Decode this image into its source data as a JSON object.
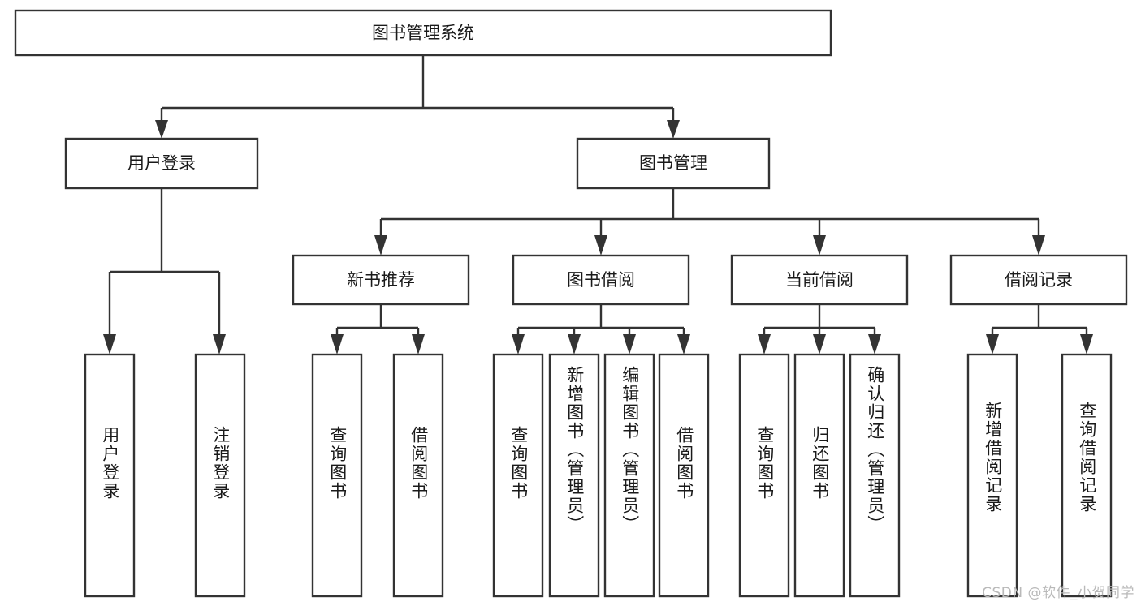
{
  "diagram": {
    "type": "tree-hierarchy",
    "title": "图书管理系统",
    "orientation": "top-down",
    "watermark": "CSDN @软件_小贺同学",
    "colors": {
      "background": "#ffffff",
      "box_stroke": "#333333",
      "box_fill": "#ffffff",
      "text": "#1a1a1a",
      "watermark": "#b9b9b9"
    },
    "levels": [
      {
        "level": 1,
        "nodes": [
          {
            "id": "root",
            "label": "图书管理系统",
            "text_orientation": "horizontal"
          }
        ]
      },
      {
        "level": 2,
        "nodes": [
          {
            "id": "user-login",
            "label": "用户登录",
            "text_orientation": "horizontal",
            "parent": "root"
          },
          {
            "id": "book-manage",
            "label": "图书管理",
            "text_orientation": "horizontal",
            "parent": "root"
          }
        ]
      },
      {
        "level": 3,
        "nodes": [
          {
            "id": "new-book-rec",
            "label": "新书推荐",
            "text_orientation": "horizontal",
            "parent": "book-manage"
          },
          {
            "id": "book-borrow",
            "label": "图书借阅",
            "text_orientation": "horizontal",
            "parent": "book-manage"
          },
          {
            "id": "current-borrow",
            "label": "当前借阅",
            "text_orientation": "horizontal",
            "parent": "book-manage"
          },
          {
            "id": "borrow-record",
            "label": "借阅记录",
            "text_orientation": "horizontal",
            "parent": "book-manage"
          }
        ]
      },
      {
        "level": 4,
        "nodes": [
          {
            "id": "leaf-user-login",
            "label": "用户登录",
            "text_orientation": "vertical",
            "parent": "user-login"
          },
          {
            "id": "leaf-user-logout",
            "label": "注销登录",
            "text_orientation": "vertical",
            "parent": "user-login"
          },
          {
            "id": "leaf-rec-query",
            "label": "查询图书",
            "text_orientation": "vertical",
            "parent": "new-book-rec"
          },
          {
            "id": "leaf-rec-borrow",
            "label": "借阅图书",
            "text_orientation": "vertical",
            "parent": "new-book-rec"
          },
          {
            "id": "leaf-borrow-query",
            "label": "查询图书",
            "text_orientation": "vertical",
            "parent": "book-borrow"
          },
          {
            "id": "leaf-borrow-add",
            "label": "新增图书（管理员）",
            "text_orientation": "vertical",
            "parent": "book-borrow"
          },
          {
            "id": "leaf-borrow-edit",
            "label": "编辑图书（管理员）",
            "text_orientation": "vertical",
            "parent": "book-borrow"
          },
          {
            "id": "leaf-borrow-do",
            "label": "借阅图书",
            "text_orientation": "vertical",
            "parent": "book-borrow"
          },
          {
            "id": "leaf-cur-query",
            "label": "查询图书",
            "text_orientation": "vertical",
            "parent": "current-borrow"
          },
          {
            "id": "leaf-cur-return",
            "label": "归还图书",
            "text_orientation": "vertical",
            "parent": "current-borrow"
          },
          {
            "id": "leaf-cur-confirm",
            "label": "确认归还（管理员）",
            "text_orientation": "vertical",
            "parent": "current-borrow"
          },
          {
            "id": "leaf-rec-add",
            "label": "新增借阅记录",
            "text_orientation": "vertical",
            "parent": "borrow-record"
          },
          {
            "id": "leaf-rec-query2",
            "label": "查询借阅记录",
            "text_orientation": "vertical",
            "parent": "borrow-record"
          }
        ]
      }
    ],
    "edges": [
      {
        "from": "root",
        "to": "user-login"
      },
      {
        "from": "root",
        "to": "book-manage"
      },
      {
        "from": "user-login",
        "to": "leaf-user-login"
      },
      {
        "from": "user-login",
        "to": "leaf-user-logout"
      },
      {
        "from": "book-manage",
        "to": "new-book-rec"
      },
      {
        "from": "book-manage",
        "to": "book-borrow"
      },
      {
        "from": "book-manage",
        "to": "current-borrow"
      },
      {
        "from": "book-manage",
        "to": "borrow-record"
      },
      {
        "from": "new-book-rec",
        "to": "leaf-rec-query"
      },
      {
        "from": "new-book-rec",
        "to": "leaf-rec-borrow"
      },
      {
        "from": "book-borrow",
        "to": "leaf-borrow-query"
      },
      {
        "from": "book-borrow",
        "to": "leaf-borrow-add"
      },
      {
        "from": "book-borrow",
        "to": "leaf-borrow-edit"
      },
      {
        "from": "book-borrow",
        "to": "leaf-borrow-do"
      },
      {
        "from": "current-borrow",
        "to": "leaf-cur-query"
      },
      {
        "from": "current-borrow",
        "to": "leaf-cur-return"
      },
      {
        "from": "current-borrow",
        "to": "leaf-cur-confirm"
      },
      {
        "from": "borrow-record",
        "to": "leaf-rec-add"
      },
      {
        "from": "borrow-record",
        "to": "leaf-rec-query2"
      }
    ]
  }
}
